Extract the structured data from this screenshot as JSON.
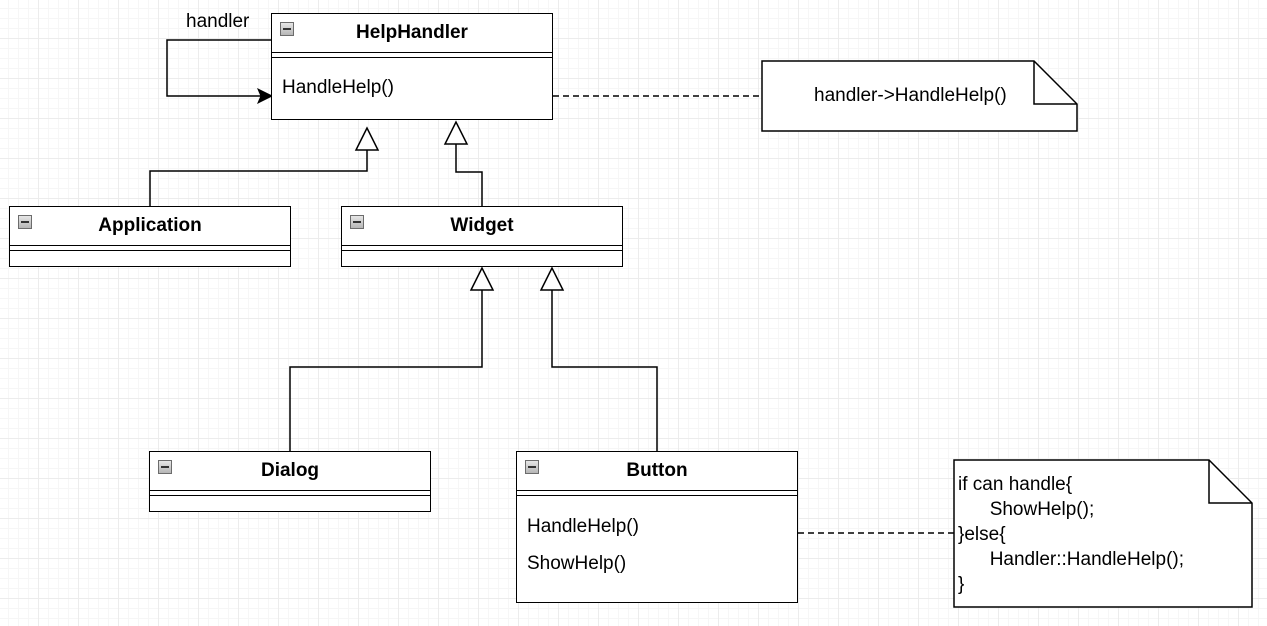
{
  "classes": {
    "help_handler": {
      "name": "HelpHandler",
      "methods": [
        "HandleHelp()"
      ]
    },
    "application": {
      "name": "Application"
    },
    "widget": {
      "name": "Widget"
    },
    "dialog": {
      "name": "Dialog"
    },
    "button": {
      "name": "Button",
      "methods": [
        "HandleHelp()",
        "ShowHelp()"
      ]
    }
  },
  "association_label": "handler",
  "notes": {
    "handle_help_note": "handler->HandleHelp()",
    "button_note": "if can handle{\n\tShowHelp();\n}else{\n\tHandler::HandleHelp();\n}"
  }
}
